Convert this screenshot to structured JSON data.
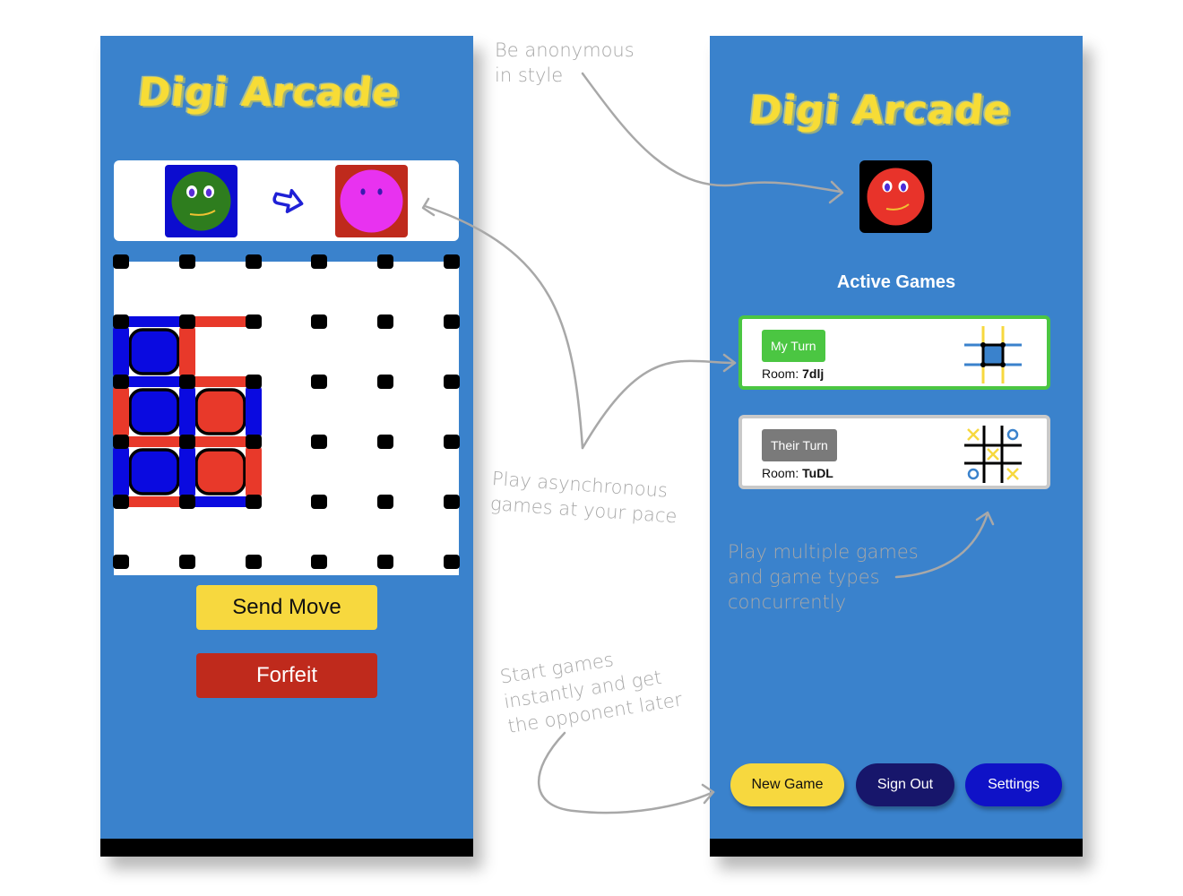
{
  "app": {
    "logo_text": "Digi Arcade"
  },
  "game_screen": {
    "send_move_label": "Send Move",
    "forfeit_label": "Forfeit",
    "player_one_color": "#2e7d1e",
    "player_two_color": "#e832f0"
  },
  "home_screen": {
    "section_title": "Active Games",
    "games": [
      {
        "status": "My Turn",
        "room_label": "Room: ",
        "room_code": "7dlj",
        "game_icon": "dots-and-boxes-icon"
      },
      {
        "status": "Their Turn",
        "room_label": "Room: ",
        "room_code": "TuDL",
        "game_icon": "tic-tac-toe-icon"
      }
    ],
    "buttons": {
      "new_game": "New Game",
      "sign_out": "Sign Out",
      "settings": "Settings"
    }
  },
  "annotations": {
    "anonymous": [
      "Be anonymous",
      "in style"
    ],
    "async": [
      "Play asynchronous",
      "games at your pace"
    ],
    "multiple": [
      "Play multiple games",
      "and game types",
      "concurrently"
    ],
    "instant": [
      "Start games",
      "instantly and get",
      "the opponent later"
    ]
  }
}
